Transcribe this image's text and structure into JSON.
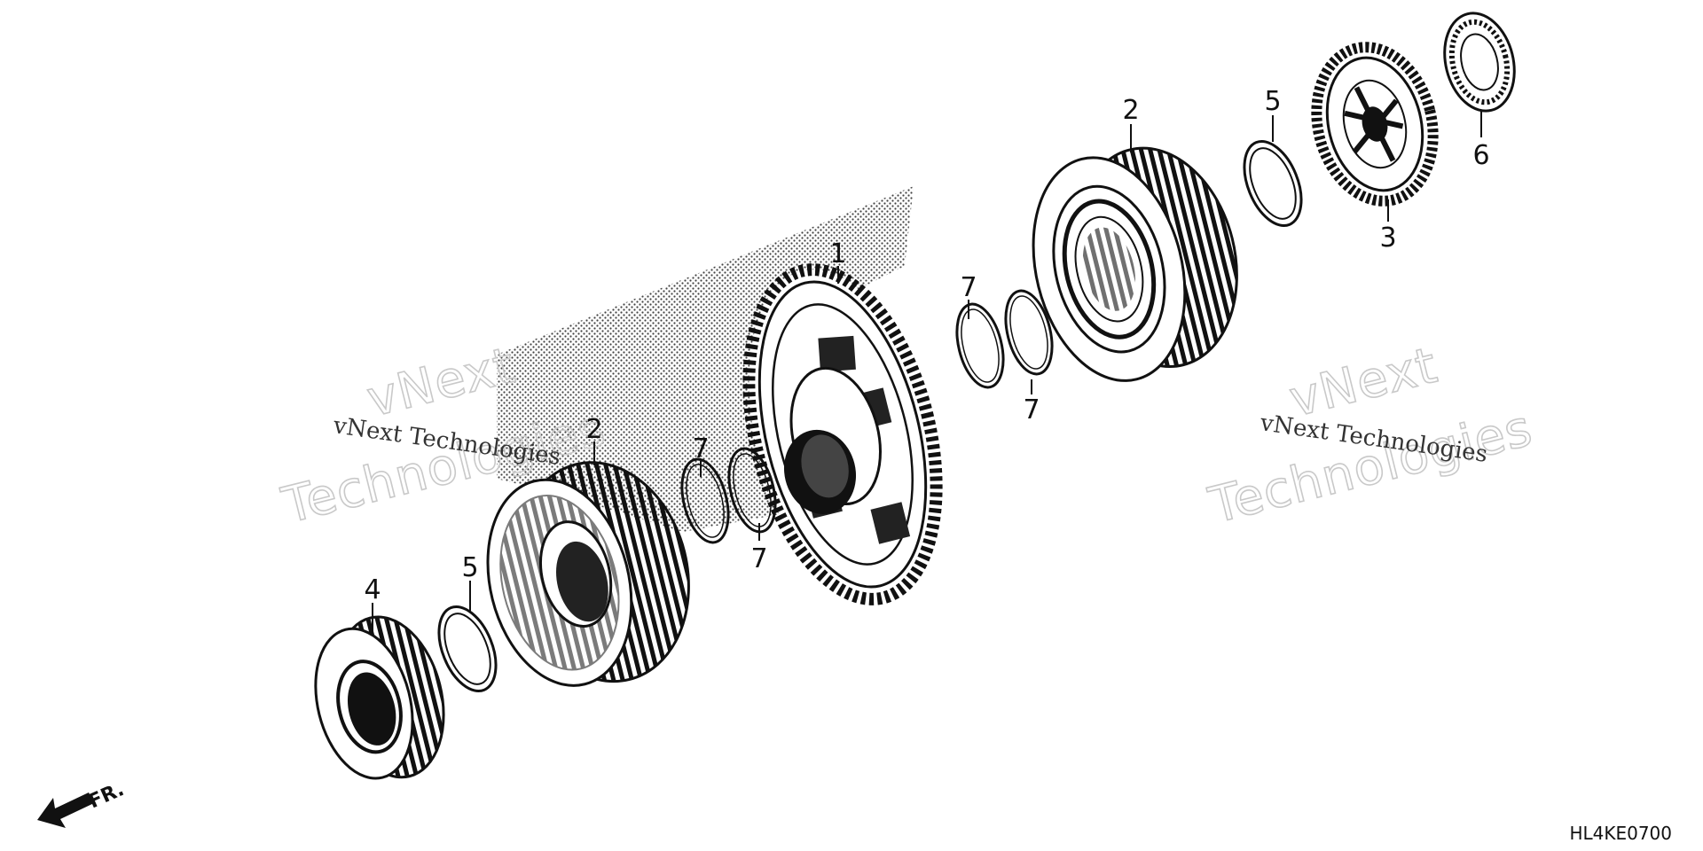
{
  "diagram": {
    "colors": {
      "line": "#111111",
      "shade": "#222222",
      "watermark": "#c9c9c9",
      "background": "#ffffff"
    },
    "callouts": {
      "c1": "1",
      "c2a": "2",
      "c2b": "2",
      "c3": "3",
      "c4": "4",
      "c5a": "5",
      "c5b": "5",
      "c6": "6",
      "c7a": "7",
      "c7b": "7",
      "c7c": "7",
      "c7d": "7"
    },
    "watermark": {
      "line_text": "vNext Technologies",
      "big_top": "vNext",
      "big_bottom": "Technologies"
    },
    "direction_label": "FR.",
    "diagram_code": "HL4KE0700"
  }
}
